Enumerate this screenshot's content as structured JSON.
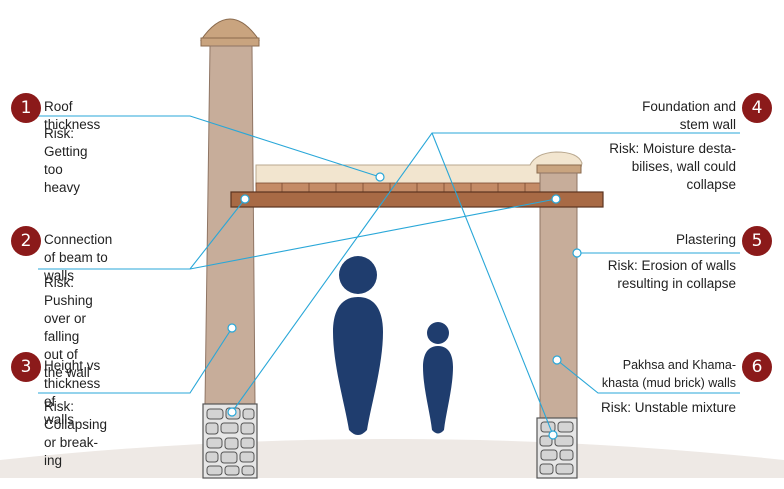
{
  "colors": {
    "badge": "#8b1a1a",
    "leader_line": "#29a7d8",
    "wall": "#c7ad9a",
    "beam": "#a86a45",
    "roof": "#f2e5cf",
    "ground": "#eee9e5",
    "figure": "#1f3d6e"
  },
  "icons": {
    "adult": "adult-figure-icon",
    "child": "child-figure-icon"
  },
  "callouts": [
    {
      "number": "1",
      "title_lines": [
        "Roof thickness"
      ],
      "risk_lines": [
        "Risk: Getting too heavy"
      ]
    },
    {
      "number": "2",
      "title_lines": [
        "Connection of beam to",
        "walls"
      ],
      "risk_lines": [
        "Risk: Pushing over or",
        "falling out of the wall"
      ]
    },
    {
      "number": "3",
      "title_lines": [
        "Height vs thickness of",
        "walls"
      ],
      "risk_lines": [
        "Risk: Collapsing or break-",
        "ing"
      ]
    },
    {
      "number": "4",
      "title_lines": [
        "Foundation and",
        "stem wall"
      ],
      "risk_lines": [
        "Risk: Moisture desta-",
        "bilises, wall could",
        "collapse"
      ]
    },
    {
      "number": "5",
      "title_lines": [
        "Plastering"
      ],
      "risk_lines": [
        "Risk: Erosion of walls",
        "resulting in collapse"
      ]
    },
    {
      "number": "6",
      "title_lines": [
        "Pakhsa and Khama-",
        "khasta (mud brick) walls"
      ],
      "risk_lines": [
        "Risk: Unstable mixture"
      ]
    }
  ]
}
